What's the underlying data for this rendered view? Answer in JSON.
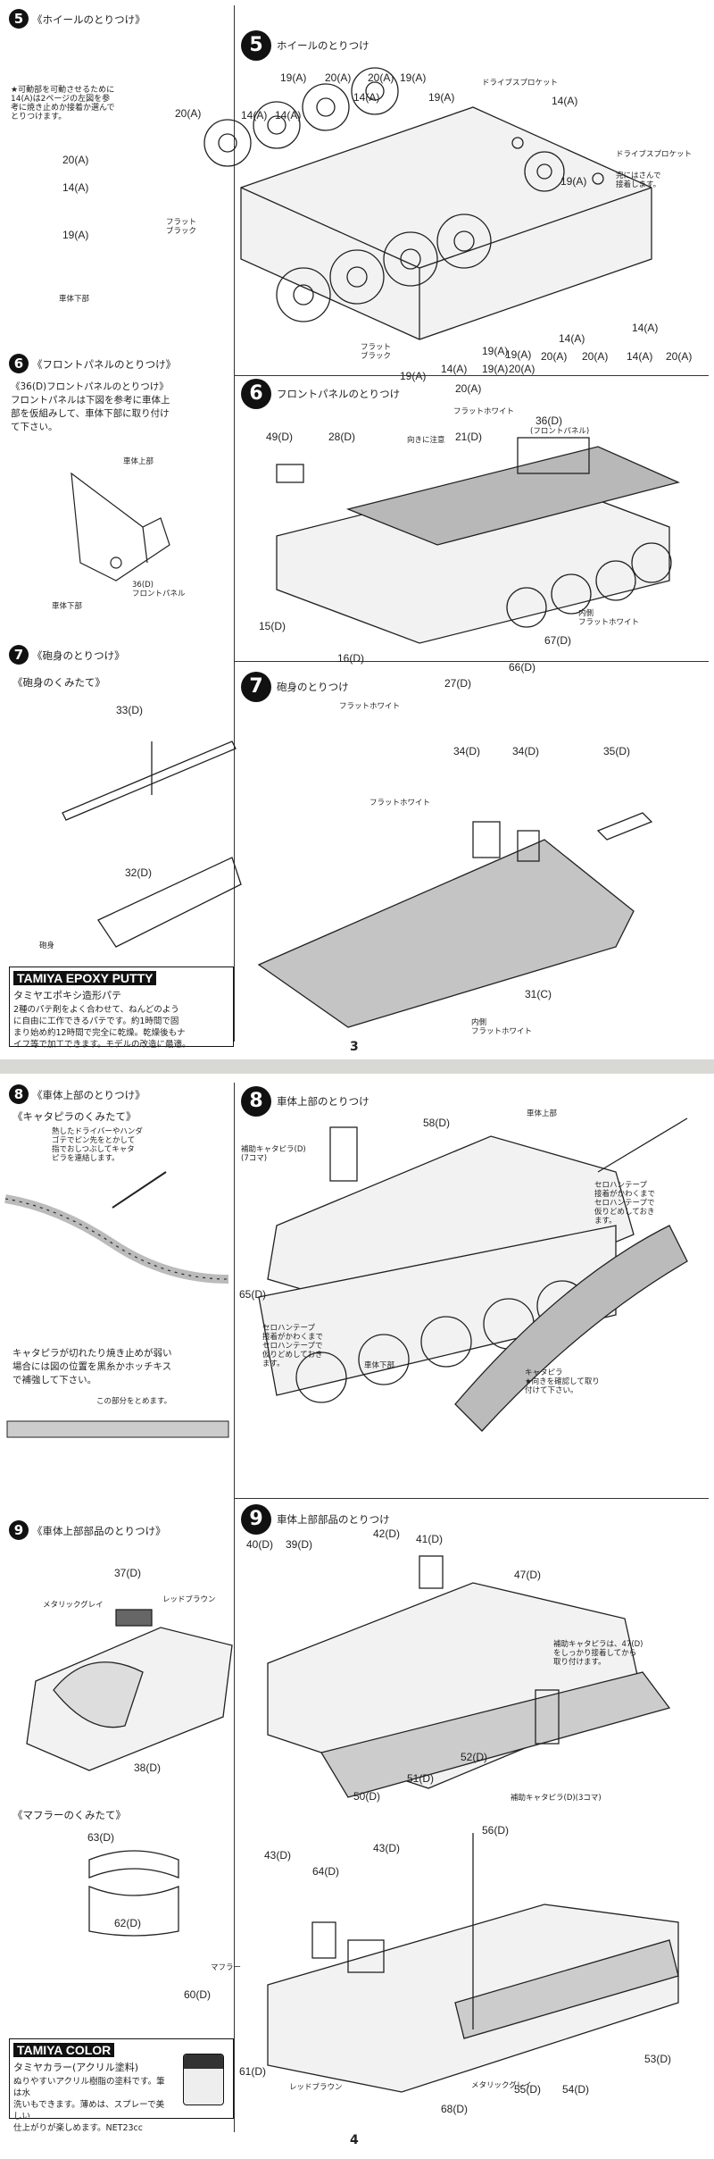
{
  "page3": {
    "page_number": "3",
    "step5_side": {
      "num": "5",
      "title": "《ホイールのとりつけ》",
      "note": "★可動部を可動させるために\n14(A)は2ページの左図を参\n考に焼き止めか接着か選んで\nとりつけます。",
      "labels": [
        "20(A)",
        "20(A)",
        "14(A)",
        "19(A)"
      ],
      "flat_black": "フラット\nブラック",
      "hull_bottom": "車体下部"
    },
    "step5_main": {
      "num": "5",
      "title": "ホイールのとりつけ",
      "labels_top": [
        "19(A)",
        "20(A)",
        "20(A)",
        "14(A)",
        "19(A)",
        "14(A)",
        "19(A)",
        "14(A)",
        "14(A)"
      ],
      "drive_sprocket": "ドライブスプロケット",
      "drive_sprocket_right": "ドライブスプロケット",
      "glue_note": "完にはさんで\n接着します。",
      "labels_right": [
        "19(A)",
        "14(A)",
        "14(A)",
        "20(A)",
        "19(A)",
        "20(A)",
        "14(A)",
        "20(A)"
      ],
      "labels_bottom": [
        "19(A)",
        "20(A)",
        "14(A)",
        "19(A)",
        "20(A)",
        "19(A)"
      ],
      "flat_black": "フラット\nブラック"
    },
    "step6_side": {
      "num": "6",
      "title": "《フロントパネルのとりつけ》",
      "note": "《36(D)フロントパネルのとりつけ》\nフロントパネルは下図を参考に車体上\n部を仮組みして、車体下部に取り付け\nて下さい。",
      "upper": "車体上部",
      "lower": "車体下部",
      "part": "36(D)\nフロントパネル"
    },
    "step6_main": {
      "num": "6",
      "title": "フロントパネルのとりつけ",
      "flat_white": "フラットホワイト",
      "caution": "向きに注意",
      "labels": [
        "49(D)",
        "28(D)",
        "21(D)",
        "36(D)",
        "15(D)",
        "16(D)",
        "27(D)",
        "66(D)",
        "67(D)"
      ],
      "front_panel": "(フロントパネル)",
      "inner": "内側\nフラットホワイト"
    },
    "step7_side": {
      "num": "7",
      "title": "《砲身のとりつけ》",
      "subtitle": "《砲身のくみたて》",
      "labels": [
        "33(D)",
        "32(D)"
      ],
      "barrel": "砲身"
    },
    "step7_main": {
      "num": "7",
      "title": "砲身のとりつけ",
      "flat_white_1": "フラットホワイト",
      "flat_white_2": "フラットホワイト",
      "labels": [
        "34(D)",
        "34(D)",
        "35(D)",
        "31(C)"
      ],
      "inner": "内側\nフラットホワイト"
    },
    "epoxy": {
      "logo": "TAMIYA EPOXY PUTTY",
      "sub": "タミヤエポキシ造形パテ",
      "desc": "2種のパテ剤をよく合わせて、ねんどのよう\nに自由に工作できるパテです。約1時間で固\nまり始め約12時間で完全に乾燥。乾燥後もナ\nイフ等で加工できます。モデルの改造に最適。"
    }
  },
  "page4": {
    "page_number": "4",
    "step8_side": {
      "num": "8",
      "title": "《車体上部のとりつけ》",
      "subtitle": "《キャタピラのくみたて》",
      "tip": "熱したドライバーやハンダ\nゴテでピン先をとかして\n指でおしつぶしてキャタ\nピラを連結します。",
      "note": "キャタピラが切れたり焼き止めが弱い\n場合には図の位置を黒糸かホッチキス\nで補強して下さい。",
      "reinforce": "この部分をとめます。"
    },
    "step8_main": {
      "num": "8",
      "title": "車体上部のとりつけ",
      "labels": [
        "58(D)",
        "65(D)"
      ],
      "upper": "車体上部",
      "lower": "車体下部",
      "spare": "補助キャタピラ(D)\n(7コマ)",
      "tape_right": "セロハンテープ\n接着がかわくまで\nセロハンテープで\n仮りどめしておき\nます。",
      "tape_left": "セロハンテープ\n接着がかわくまで\nセロハンテープで\n仮りどめしておき\nます。",
      "track": "キャタピラ\n★向きを確認して取り\n付けて下さい。"
    },
    "step9_side": {
      "num": "9",
      "title": "《車体上部部品のとりつけ》",
      "labels": [
        "37(D)",
        "38(D)"
      ],
      "gray": "メタリックグレイ",
      "brown": "レッドブラウン",
      "muffler_title": "《マフラーのくみたて》",
      "muffler_labels": [
        "63(D)",
        "62(D)"
      ]
    },
    "step9_main": {
      "num": "9",
      "title": "車体上部部品のとりつけ",
      "labels": [
        "40(D)",
        "39(D)",
        "42(D)",
        "41(D)",
        "47(D)",
        "52(D)",
        "51(D)",
        "50(D)"
      ],
      "spare_note": "補助キャタピラは、47(D)\nをしっかり接着してから\n取り付けます。",
      "spare": "補助キャタピラ(D)(3コマ)",
      "lower_labels": [
        "56(D)",
        "43(D)",
        "43(D)",
        "64(D)",
        "60(D)",
        "61(D)",
        "55(D)",
        "54(D)",
        "53(D)",
        "68(D)"
      ],
      "muffler": "マフラー",
      "brown": "レッドブラウン",
      "gray": "メタリックグレイ"
    },
    "color": {
      "logo": "TAMIYA COLOR",
      "sub": "タミヤカラー(アクリル塗料)",
      "desc": "ぬりやすいアクリル樹脂の塗料です。筆は水\n洗いもできます。薄めは、スプレーで美しい\n仕上がりが楽しめます。NET23cc"
    }
  }
}
